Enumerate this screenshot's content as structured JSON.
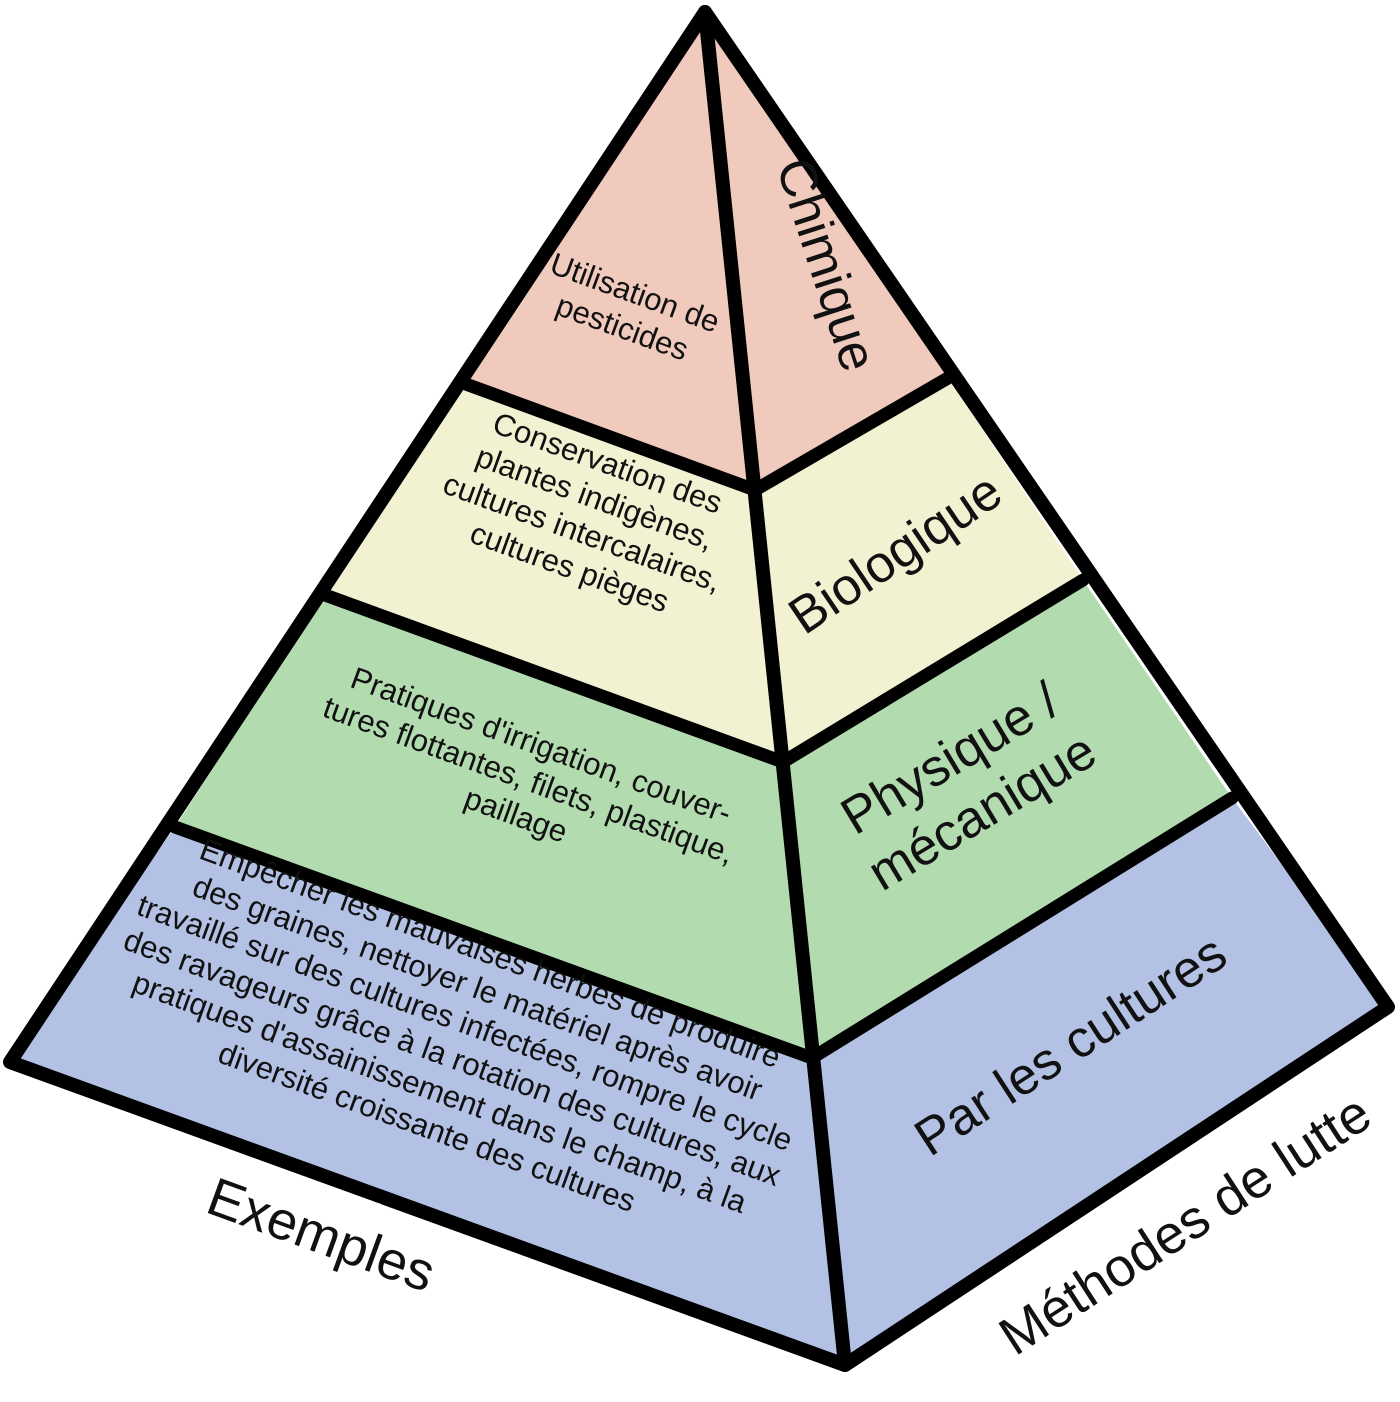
{
  "colors": {
    "chimique": "#efcabd",
    "biologique": "#f2f1d2",
    "physique": "#b3dbb0",
    "cultures": "#b2c1e4",
    "outline": "#000000",
    "text": "#111111"
  },
  "axes": {
    "left_label": "Exemples",
    "right_label": "Méthodes de lutte"
  },
  "levels": [
    {
      "id": "chimique",
      "method": [
        "Chimique"
      ],
      "example": [
        "Utilisation de",
        "pesticides"
      ]
    },
    {
      "id": "biologique",
      "method": [
        "Biologique"
      ],
      "example": [
        "Conservation des",
        "plantes indigènes,",
        "cultures intercalaires,",
        "cultures pièges"
      ]
    },
    {
      "id": "physique",
      "method": [
        "Physique /",
        "mécanique"
      ],
      "example": [
        "Pratiques d'irrigation, couver-",
        "tures flottantes, filets, plastique,",
        "paillage"
      ]
    },
    {
      "id": "cultures",
      "method": [
        "Par les cultures"
      ],
      "example": [
        "Empêcher les mauvaises herbes de produire",
        "des graines, nettoyer le matériel après avoir",
        "travaillé sur des cultures infectées, rompre le cycle",
        "des ravageurs grâce à la rotation des cultures, aux",
        "pratiques d'assainissement dans le champ, à la",
        "diversité croissante des cultures"
      ]
    }
  ]
}
